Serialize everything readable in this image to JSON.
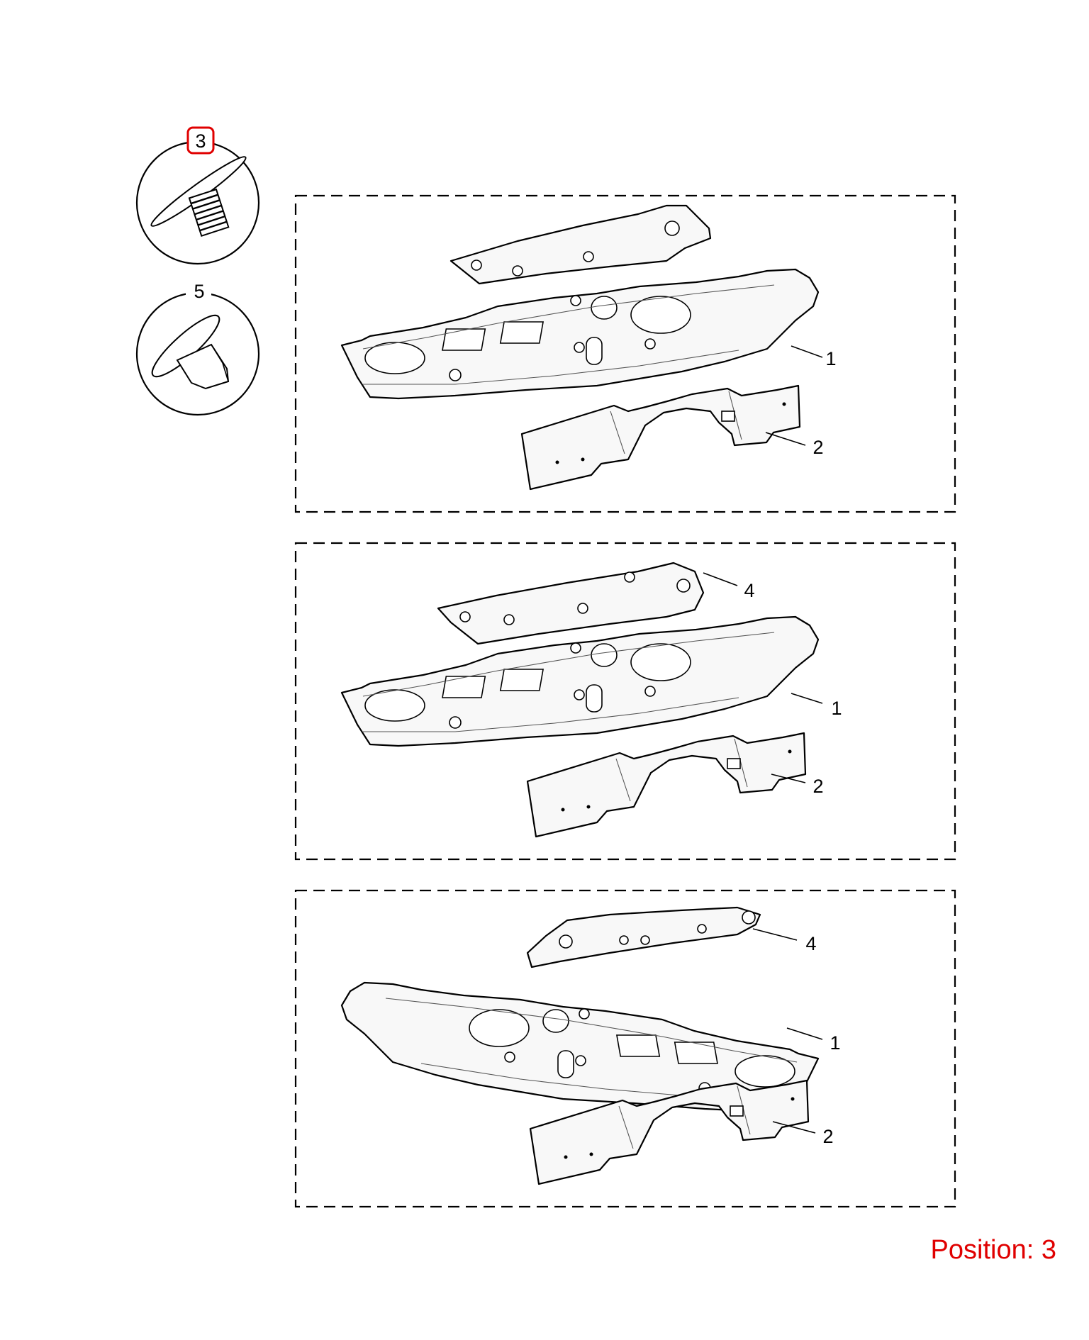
{
  "callouts": {
    "top_fastener": "3",
    "lower_fastener": "5",
    "panel1": {
      "a": "1",
      "b": "2"
    },
    "panel2": {
      "a": "4",
      "b": "1",
      "c": "2"
    },
    "panel3": {
      "a": "4",
      "b": "1",
      "c": "2"
    }
  },
  "position_label": "Position: 3",
  "colors": {
    "highlight": "#e00000",
    "line": "#000000"
  },
  "icons": [
    "push-pin-fastener-icon",
    "push-rivet-fastener-icon"
  ]
}
